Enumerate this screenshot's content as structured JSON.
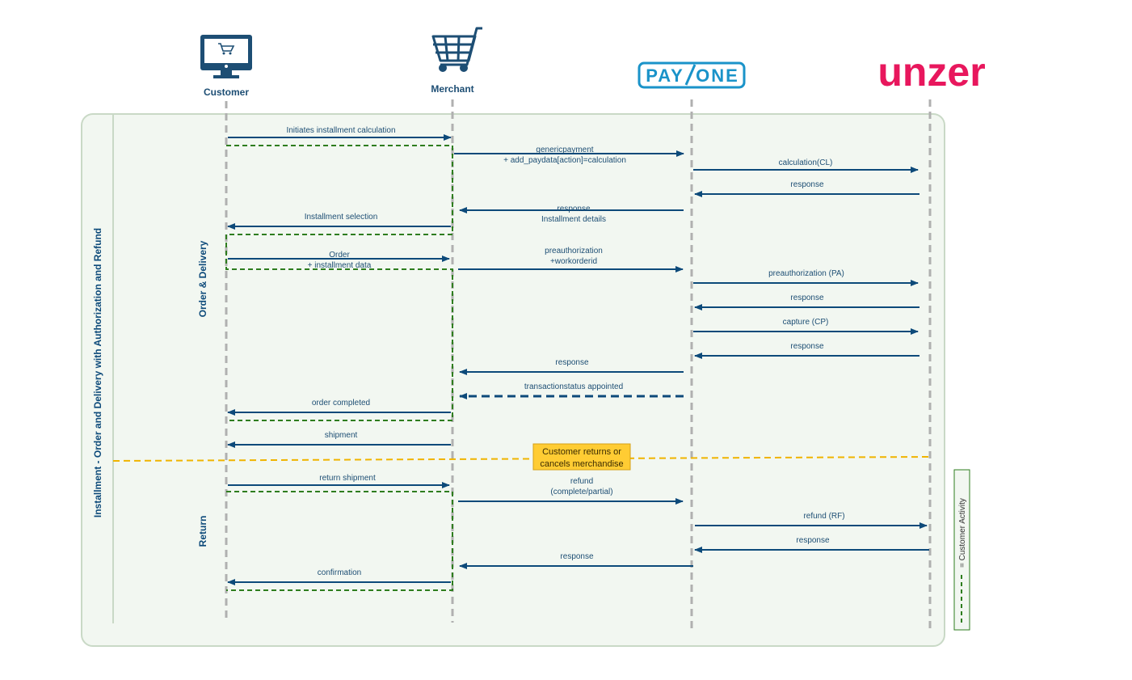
{
  "diagram": {
    "frame_title": "Installment - Order and Delivery with Authorization and Refund",
    "lanes": {
      "order": "Order & Delivery",
      "return": "Return"
    },
    "actors": {
      "customer": "Customer",
      "merchant": "Merchant",
      "payone": {
        "pay": "PAY",
        "one": "ONE"
      },
      "unzer": "unzer"
    },
    "note": [
      "Customer returns or",
      "cancels merchandise"
    ],
    "legend": "= Customer Activity",
    "messages": {
      "m1": [
        "Initiates installment calculation"
      ],
      "m2": [
        "genericpayment",
        "+ add_paydata[action]=calculation"
      ],
      "m3": [
        "calculation(CL)"
      ],
      "m4": [
        "response"
      ],
      "m5": [
        "response",
        "Installment details"
      ],
      "m6": [
        "Installment selection"
      ],
      "m7": [
        "Order",
        "+ installment data"
      ],
      "m8": [
        "preauthorization",
        "+workorderid"
      ],
      "m9": [
        "preauthorization (PA)"
      ],
      "m10": [
        "response"
      ],
      "m11": [
        "capture (CP)"
      ],
      "m12": [
        "response"
      ],
      "m13": [
        "response"
      ],
      "m14": [
        "transactionstatus appointed"
      ],
      "m15": [
        "order completed"
      ],
      "m16": [
        "shipment"
      ],
      "m17": [
        "return shipment"
      ],
      "m18": [
        "refund",
        "(complete/partial)"
      ],
      "m19": [
        "refund (RF)"
      ],
      "m20": [
        "response"
      ],
      "m21": [
        "response"
      ],
      "m22": [
        "confirmation"
      ]
    },
    "colors": {
      "arrow": "#0d4a7a",
      "activity": "#2e7d1e",
      "frame_fill": "#f2f7f1",
      "frame_stroke": "#c9d9c6",
      "divider": "#f0b400",
      "note_fill": "#ffcc33",
      "payone": "#1a93c9",
      "unzer": "#e8175d"
    }
  }
}
